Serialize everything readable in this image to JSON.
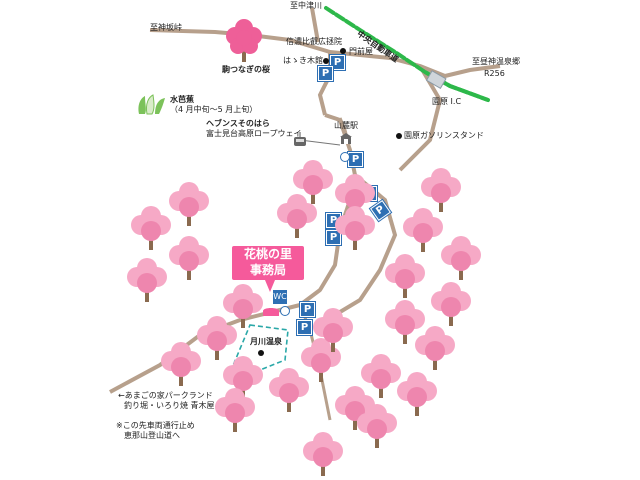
{
  "labels": {
    "shinnakatsugawa": "至中津川",
    "jinzakatoge": "至神坂峠",
    "expressway": "中央自動車道",
    "hirugami": "至昼神温泉郷",
    "r256": "R256",
    "sonohara_ic": "園原 I.C",
    "shinanohi": "信濃比叡広拯院",
    "monzenya": "門前屋",
    "hakikan": "はゝき木館",
    "komatsunagi": "駒つなぎの桜",
    "mizubasho": "水芭蕉",
    "mizubasho_period": "（4 月中旬〜5 月上旬）",
    "heavens": "ヘブンスそのはら",
    "ropeway": "富士見台高原ロープウェイ",
    "sanroku": "山麓駅",
    "gas": "園原ガソリンスタンド",
    "office_line1": "花桃の里",
    "office_line2": "事務局",
    "tsukikawa": "月川温泉",
    "park_line1": "←あまごの家パークランド",
    "park_line2": "釣り堀・いろり焼 青木屋",
    "note_line1": "※この先車両通行止め",
    "note_line2": "恵那山登山道へ",
    "parking_symbol": "P",
    "wc_symbol": "WC"
  },
  "colors": {
    "road": "#b7a08c",
    "expressway": "#2db84a",
    "parking": "#2e6fb3",
    "blossom": "#f6a9c6",
    "blossom_dark": "#ee86ae",
    "office": "#f55a9b",
    "trunk": "#8a6a4f",
    "footpath": "#2aa8a8"
  }
}
